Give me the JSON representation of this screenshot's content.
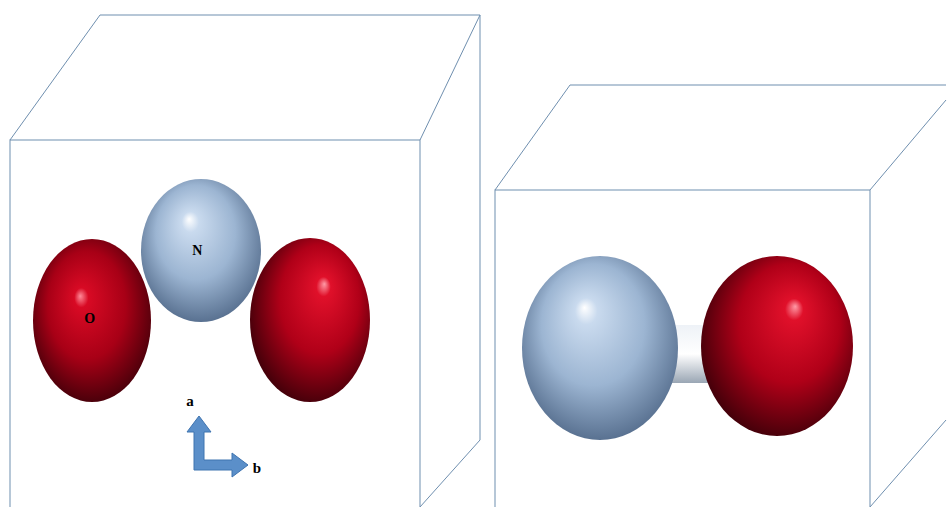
{
  "diagram": {
    "nodes": [
      {
        "text": [
          "N"
        ]
      },
      {
        "text": [
          "O"
        ]
      }
    ],
    "labels": [
      "a",
      "b"
    ]
  }
}
